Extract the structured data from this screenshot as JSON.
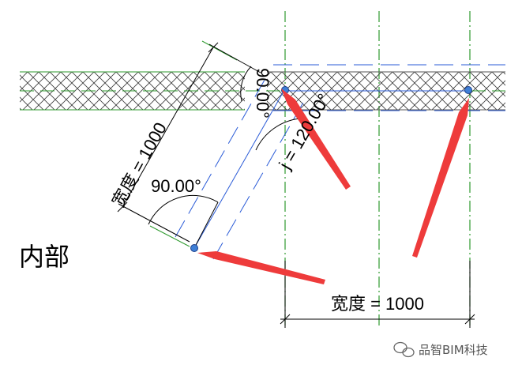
{
  "labels": {
    "width_dim_angled": "宽度 = 1000",
    "width_dim_bottom": "宽度 = 1000",
    "angle_a": "90.00°",
    "angle_b": "90.00°",
    "angle_join": "j = 120.00°",
    "interior": "内部"
  },
  "watermark": {
    "text": "品智BIM科技",
    "icon": "wechat-icon"
  },
  "colors": {
    "wall_hatch": "#3a3a3a",
    "wall_edge_green": "#2e9a2e",
    "centerline_green": "#2e9a2e",
    "reference_blue": "#2a5bd7",
    "arrow_red": "#ee3b3b",
    "endpoint_blue": "#3f7fd6"
  }
}
